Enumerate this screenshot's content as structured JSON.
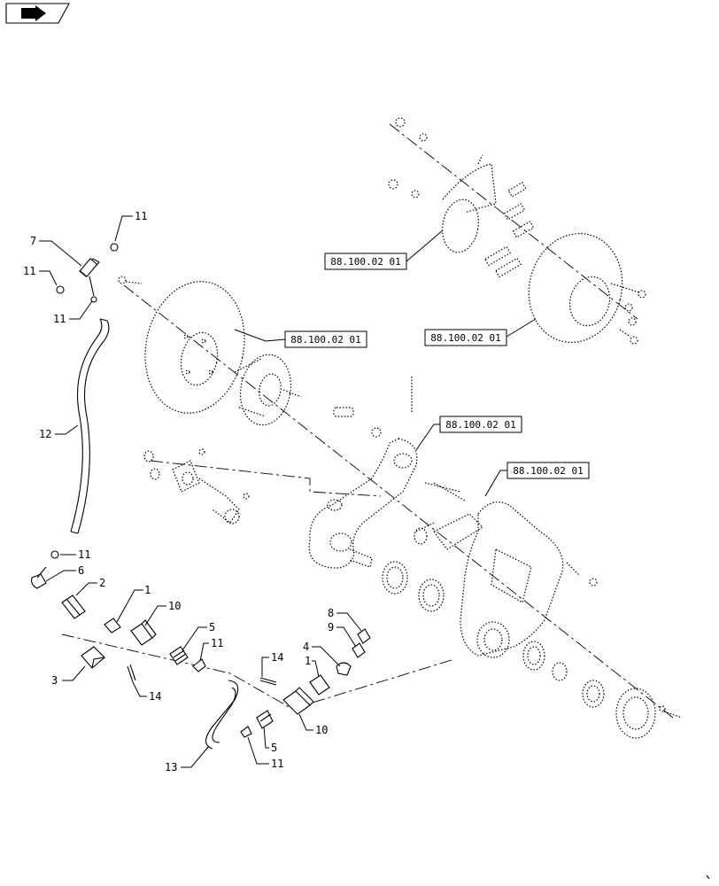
{
  "nav_icon": {
    "name": "back-arrow-icon"
  },
  "reference_labels": {
    "ref_upper_center": "88.100.02 01",
    "ref_upper_right": "88.100.02 01",
    "ref_disc_left": "88.100.02 01",
    "ref_middle": "88.100.02 01",
    "ref_lower_right": "88.100.02 01"
  },
  "callouts": {
    "c11_top": "11",
    "c7": "7",
    "c11_left": "11",
    "c11_mid": "11",
    "c12": "12",
    "c11_low": "11",
    "c6": "6",
    "c2": "2",
    "c1_left": "1",
    "c10_left": "10",
    "c3": "3",
    "c5_upper": "5",
    "c11_center": "11",
    "c14_left": "14",
    "c14_right": "14",
    "c1_right": "1",
    "c4": "4",
    "c8": "8",
    "c9": "9",
    "c10_right": "10",
    "c13": "13",
    "c5_lower": "5",
    "c11_bottom": "11"
  }
}
